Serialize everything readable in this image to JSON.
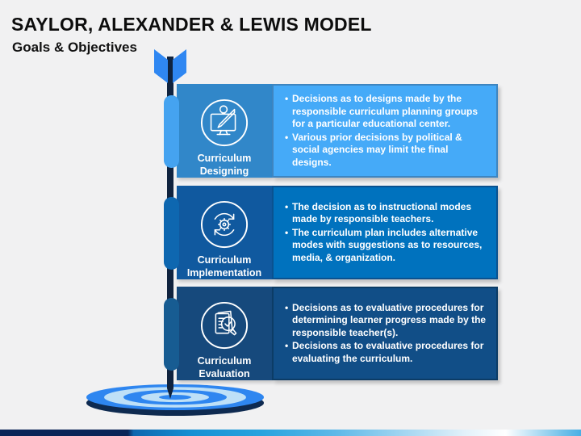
{
  "slide": {
    "title": "SAYLOR, ALEXANDER & LEWIS MODEL",
    "subtitle": "Goals & Objectives"
  },
  "rows": [
    {
      "label_top": "Curriculum",
      "label_bottom": "Designing",
      "icon": "monitor-design-icon",
      "colors": {
        "icon_box": "#3187C9",
        "text_box": "#45AAF8",
        "border": "#3E85C0",
        "capsule": "#45A3F0"
      },
      "bullets": [
        "Decisions as to designs made by the responsible curriculum planning groups for a particular educational center.",
        "Various prior decisions by political & social agencies may limit the final designs."
      ]
    },
    {
      "label_top": "Curriculum",
      "label_bottom": "Implementation",
      "icon": "gear-cycle-icon",
      "colors": {
        "icon_box": "#10599F",
        "text_box": "#0072BE",
        "border": "#0A5290",
        "capsule": "#0E67B0"
      },
      "bullets": [
        "The decision as to instructional modes made by responsible teachers.",
        "The curriculum plan includes alternative modes with suggestions as to resources, media, & organization."
      ]
    },
    {
      "label_top": "Curriculum",
      "label_bottom": "Evaluation",
      "icon": "document-magnifier-check-icon",
      "colors": {
        "icon_box": "#16497C",
        "text_box": "#114E87",
        "border": "#0C3C66",
        "capsule": "#175C92"
      },
      "bullets": [
        "Decisions as to evaluative procedures for determining learner progress made by the responsible teacher(s).",
        "Decisions as to evaluative procedures for evaluating the curriculum."
      ]
    }
  ],
  "decorations": {
    "arrow_shaft_color": "#10233F",
    "fletching_color": "#2F87F2",
    "target_ring_blue": "#2E86F0",
    "target_ring_pale": "#BEE0F7",
    "target_side_color": "#0E2A50",
    "background_color": "#F1F1F2",
    "footer_gradient": [
      "#0A2357",
      "#1590D3",
      "#29A3DE",
      "#FFFFFF",
      "#49AFE4"
    ]
  }
}
